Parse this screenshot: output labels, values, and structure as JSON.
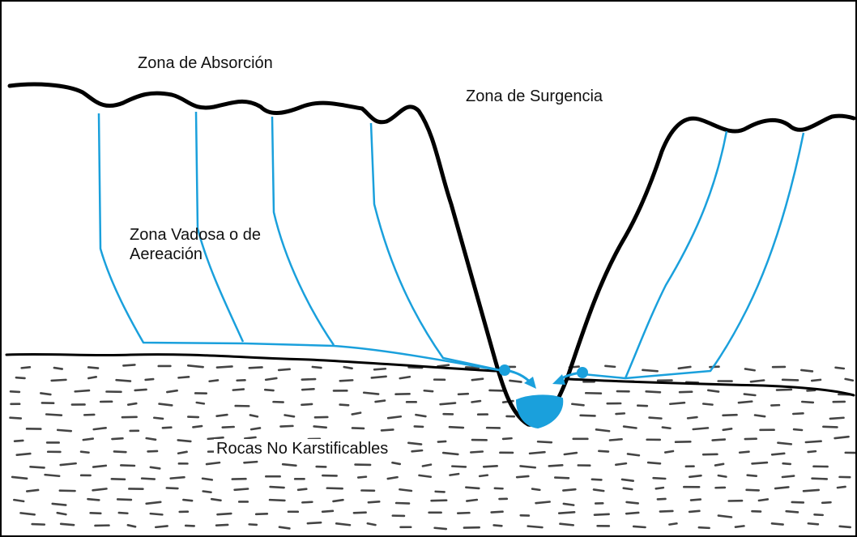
{
  "labels": {
    "absorption_zone": "Zona de Absorción",
    "surgence_zone": "Zona de Surgencia",
    "vadose_zone_line1": "Zona Vadosa o de",
    "vadose_zone_line2": "Aereación",
    "non_karstifiable_rocks": "Rocas No Karstificables"
  },
  "colors": {
    "terrain": "#000000",
    "water": "#1aa0dc",
    "rock_dash": "#444444",
    "background": "#ffffff"
  }
}
